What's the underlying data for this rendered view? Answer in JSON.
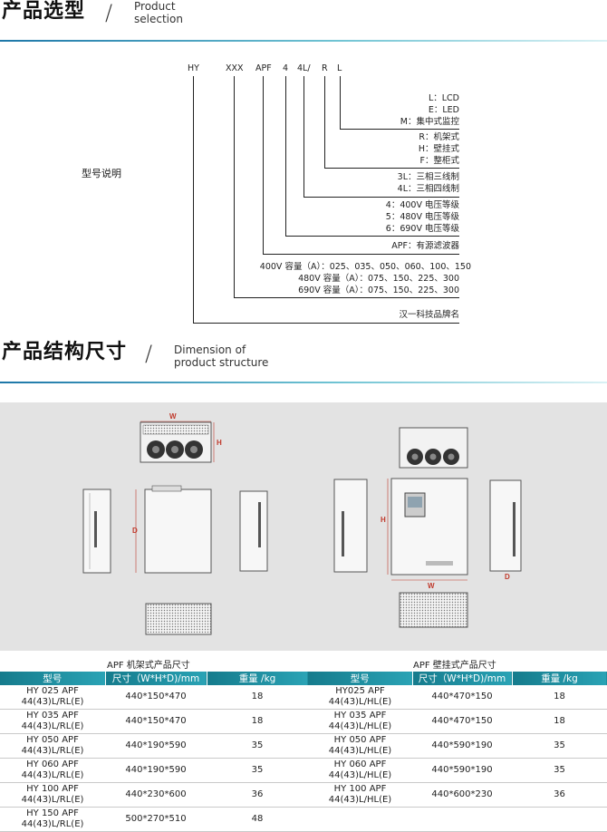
{
  "section1": {
    "title": "产品选型",
    "slash": "/",
    "subtitle": "Product\nselection"
  },
  "model_label": "型号说明",
  "codes": [
    "HY",
    "XXX",
    "APF",
    "4",
    "4L/",
    "R",
    "L"
  ],
  "explanations": {
    "display": [
      "L：LCD",
      "E：LED",
      "M：集中式监控"
    ],
    "install": [
      "R：机架式",
      "H：壁挂式",
      "F：整柜式"
    ],
    "wiring": [
      "3L：三相三线制",
      "4L：三相四线制"
    ],
    "voltage": [
      "4：400V 电压等级",
      "5：480V 电压等级",
      "6：690V 电压等级"
    ],
    "type": [
      "APF：有源滤波器"
    ],
    "capacity": [
      "400V 容量（A）：025、035、050、060、100、150",
      "480V 容量（A）：075、150、225、300",
      "690V 容量（A）：075、150、225、300"
    ],
    "brand": [
      "汉一科技品牌名"
    ]
  },
  "section2": {
    "title": "产品结构尺寸",
    "slash": "/",
    "subtitle": "Dimension of\nproduct structure"
  },
  "drawing_labels": {
    "left_w": "W",
    "left_h": "H",
    "left_d": "D",
    "right_h": "H",
    "right_w": "W",
    "right_d": "D"
  },
  "tables": {
    "rack": {
      "caption": "APF 机架式产品尺寸",
      "headers": [
        "型号",
        "尺寸（W*H*D)/mm",
        "重量 /kg"
      ],
      "rows": [
        [
          "HY 025 APF",
          "44(43)L/RL(E)",
          "440*150*470",
          "18"
        ],
        [
          "HY 035 APF",
          "44(43)L/RL(E)",
          "440*150*470",
          "18"
        ],
        [
          "HY 050 APF",
          "44(43)L/RL(E)",
          "440*190*590",
          "35"
        ],
        [
          "HY 060 APF",
          "44(43)L/RL(E)",
          "440*190*590",
          "35"
        ],
        [
          "HY 100 APF",
          "44(43)L/RL(E)",
          "440*230*600",
          "36"
        ],
        [
          "HY 150 APF",
          "44(43)L/RL(E)",
          "500*270*510",
          "48"
        ]
      ]
    },
    "wall": {
      "caption": "APF 壁挂式产品尺寸",
      "headers": [
        "型号",
        "尺寸（W*H*D)/mm",
        "重量 /kg"
      ],
      "rows": [
        [
          "HY025 APF",
          "44(43)L/HL(E)",
          "440*470*150",
          "18"
        ],
        [
          "HY 035 APF",
          "44(43)L/HL(E)",
          "440*470*150",
          "18"
        ],
        [
          "HY 050 APF",
          "44(43)L/HL(E)",
          "440*590*190",
          "35"
        ],
        [
          "HY 060 APF",
          "44(43)L/HL(E)",
          "440*590*190",
          "35"
        ],
        [
          "HY 100 APF",
          "44(43)L/HL(E)",
          "440*600*230",
          "36"
        ]
      ]
    }
  },
  "colors": {
    "accent": "#1d77a8",
    "header_bg": "#1d8fa0",
    "panel_bg": "#e3e3e3",
    "dim_marker": "#c0392b"
  }
}
